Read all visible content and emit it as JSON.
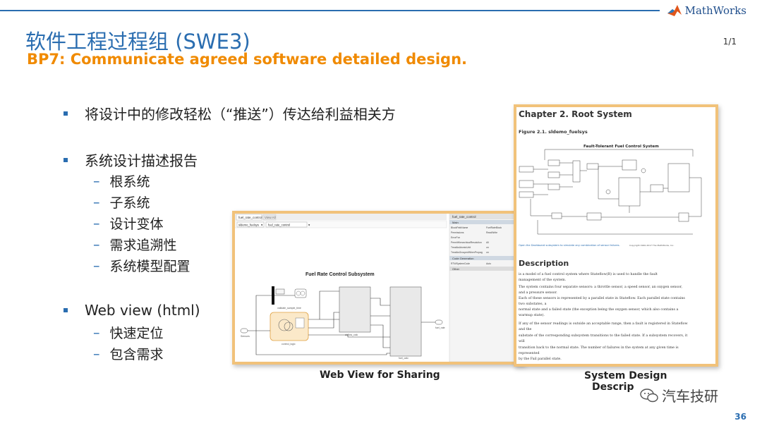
{
  "header": {
    "title": "软件工程过程组 (SWE3)",
    "subtitle": "BP7: Communicate agreed software detailed design.",
    "logo_text": "MathWorks",
    "pager": "1/1"
  },
  "bullets": [
    {
      "text": "将设计中的修改轻松（“推送”）传达给利益相关方",
      "children": []
    },
    {
      "text": "系统设计描述报告",
      "children": [
        "根系统",
        "子系统",
        "设计变体",
        "需求追溯性",
        "系统模型配置"
      ]
    },
    {
      "text": "Web view (html)",
      "children": [
        "快速定位",
        "包含需求"
      ]
    }
  ],
  "webview": {
    "caption": "Web View for Sharing",
    "tab_active": "fuel_rate_control",
    "tab_other": "View All",
    "crumb1": "sldemo_fuelsys",
    "crumb2": "fuel_rate_control",
    "diagram_title": "Fuel Rate Control Subsystem",
    "panel_title": "fuel_rate_control",
    "panel_section_main": "Main",
    "panel_rows": [
      [
        "BlockPathName",
        "FuelRateBlock"
      ],
      [
        "Permissions",
        "ReadWrite"
      ],
      [
        "ErrorFcn",
        ""
      ],
      [
        "PermitHierarchicalResolution",
        "All"
      ],
      [
        "TreatAsAtomicUnit",
        "on"
      ],
      [
        "TreatAsGroupedWhenPropag",
        "on"
      ]
    ],
    "panel_section_code": "Code Generation",
    "panel_code_row": [
      "RTWSystemCode",
      "Auto"
    ],
    "panel_section_other": "Other",
    "blocks": {
      "airflow": "airflow_calc",
      "fuel": "fuel_calc",
      "control": "control_logic",
      "sensor": "Sensors",
      "outport": "fuel_rate",
      "const": "validate_sample_time"
    }
  },
  "report": {
    "chapter": "Chapter 2. Root System",
    "figure": "Figure 2.1. sldemo_fuelsys",
    "diagram_title": "Fault-Tolerant Fuel Control System",
    "link_line": "Open the Dashboard subsystem to simulate any combination of sensor failures.",
    "copyright": "Copyright 1990-2017 The MathWorks, Inc.",
    "section": "Description",
    "lines": [
      "is a model of a fuel control system where Stateflow(R) is used to handle the fault",
      "management of the system.",
      "The system contains four separate sensors: a throttle sensor, a speed sensor, an oxygen sensor,",
      "and a pressure sensor.",
      "Each of these sensors is represented by a parallel state in Stateflow. Each parallel state contains",
      "two substates, a",
      "normal state and a failed state (the exception being the oxygen sensor, which also contains a",
      "warmup state).",
      "If any of the sensor readings is outside an acceptable range, then a fault is registered in Stateflow",
      "and the",
      "substate of the corresponding subsystem transitions to the failed state. If a subsystem recovers, it",
      "will",
      "transition back to the normal state. The number of failures in the system at any given time is",
      "represented",
      "by the Fail parallel state."
    ],
    "caption_line1": "System Design",
    "caption_line2": "Descrip"
  },
  "footer": {
    "wechat_text": "汽车技研",
    "slide_number": "36"
  },
  "colors": {
    "accent_blue": "#2a6db0",
    "accent_orange": "#f08a00",
    "frame": "#f1c27a"
  }
}
